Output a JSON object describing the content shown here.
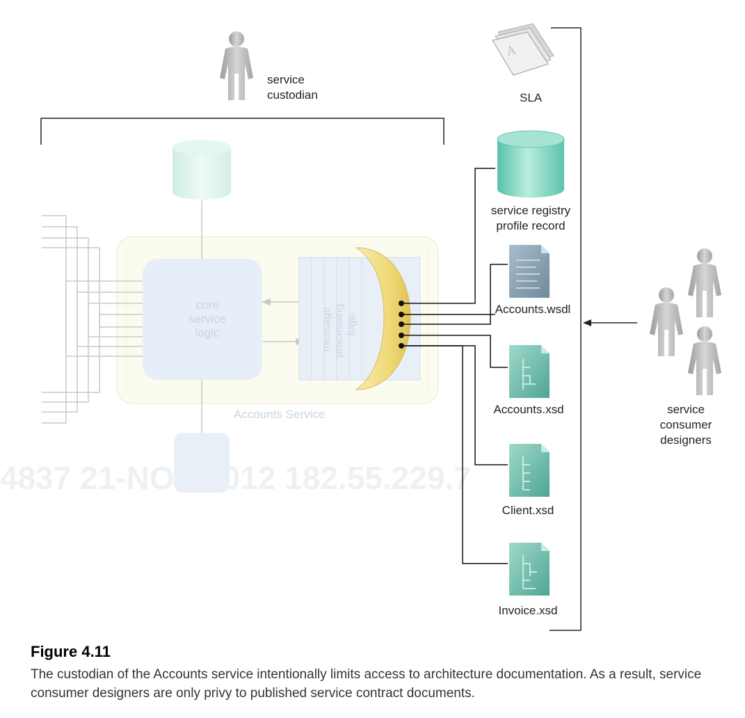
{
  "labels": {
    "custodian_line1": "service",
    "custodian_line2": "custodian",
    "sla": "SLA",
    "registry_line1": "service registry",
    "registry_line2": "profile record",
    "wsdl": "Accounts.wsdl",
    "accounts_xsd": "Accounts.xsd",
    "client_xsd": "Client.xsd",
    "invoice_xsd": "Invoice.xsd",
    "consumer_line1": "service",
    "consumer_line2": "consumer",
    "consumer_line3": "designers",
    "core_line1": "core",
    "core_line2": "service",
    "core_line3": "logic",
    "msg_line1": "message",
    "msg_line2": "processing",
    "msg_line3": "logic",
    "accounts_service": "Accounts Service"
  },
  "watermark": "4837 21-NOV-2012 182.55.229.7",
  "caption": {
    "title": "Figure 4.11",
    "text": "The custodian of the Accounts service intentionally limits access to architecture documentation. As a result, service consumer designers are only privy to published service contract documents."
  },
  "colors": {
    "cylinder_teal": "#7fd3bf",
    "faded_teal": "#dff2ee",
    "faded_blue": "#e3edf7",
    "contract_gold": "#f2dd8a",
    "person_gray": "#b5b5b5",
    "doc_blue_gray": "#8aa4b5",
    "xsd_teal": "#6fb8a8"
  }
}
